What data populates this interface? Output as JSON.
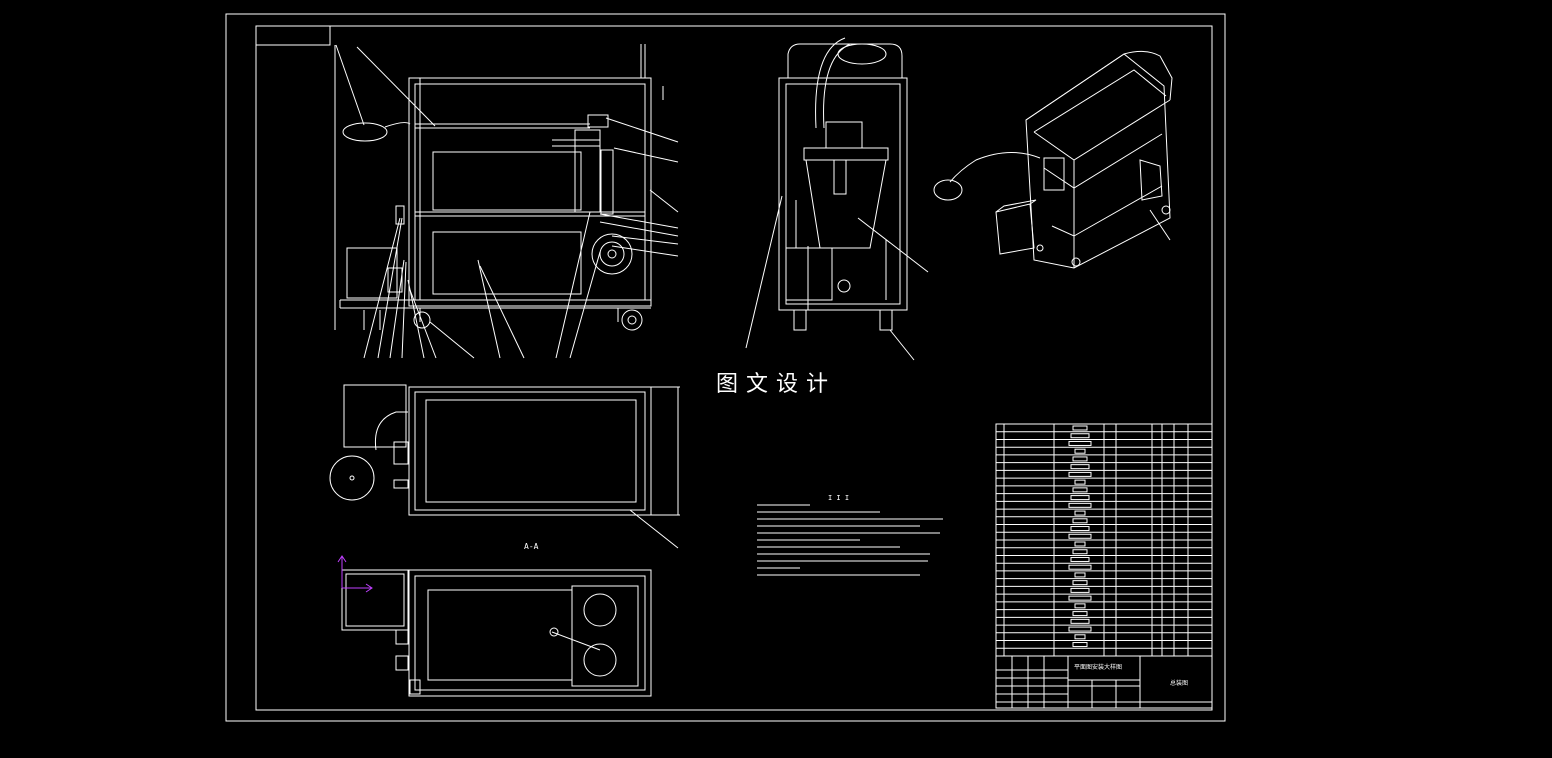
{
  "watermark": "图文设计",
  "section_label": "A-A",
  "notes_title": "I I I",
  "title_block": {
    "drawing_name": "平面图安装大样图",
    "sheet_label": "总装图"
  },
  "colors": {
    "background": "#000000",
    "linework": "#ffffff",
    "ucs_icon": "#c040ff"
  },
  "bom_rows": 30,
  "views": [
    "front-view",
    "side-view",
    "isometric-view",
    "top-view",
    "section-view"
  ]
}
